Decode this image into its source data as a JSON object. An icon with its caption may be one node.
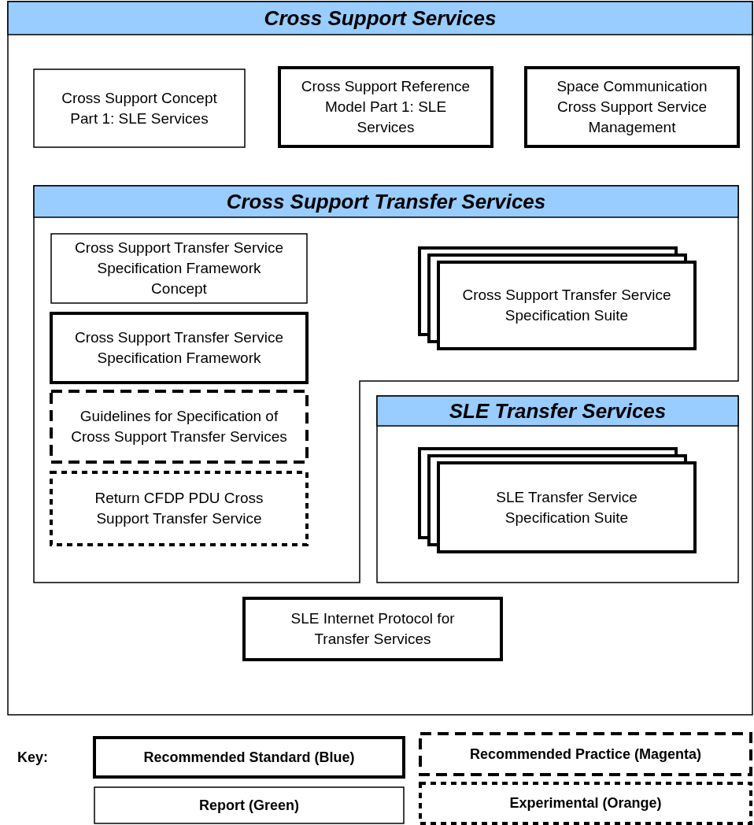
{
  "diagram": {
    "nodes": [
      {
        "text": [
          "Cross Support Services"
        ]
      },
      {
        "text": [
          "Cross Support Concept Part 1: SLE Services"
        ],
        "in": 0
      },
      {
        "text": [
          "Cross Support Reference Model Part 1: SLE Services"
        ],
        "in": 0
      },
      {
        "text": [
          "Space Communication Cross Support Service Management"
        ],
        "in": 0
      },
      {
        "text": [
          "Cross Support Transfer Services"
        ],
        "in": 0
      },
      {
        "text": [
          "Cross Support Transfer Service Specification Framework Concept"
        ],
        "in": 4
      },
      {
        "text": [
          "Cross Support Transfer Service Specification Framework"
        ],
        "in": 4
      },
      {
        "text": [
          "Guidelines for Specification of Cross Support Transfer Services"
        ],
        "in": 4
      },
      {
        "text": [
          "Return CFDP PDU Cross Support Transfer Service"
        ],
        "in": 4
      },
      {
        "text": [
          "Cross Support Transfer Service Specification Suite"
        ],
        "in": 4
      },
      {
        "text": [
          "SLE Transfer Services"
        ],
        "in": 0
      },
      {
        "text": [
          "SLE Transfer Service Specification Suite"
        ],
        "in": 10
      },
      {
        "text": [
          "SLE Internet Protocol for Transfer Services"
        ],
        "in": 0
      }
    ],
    "labels": [
      "Key:"
    ],
    "legend": [
      {
        "text": "Recommended Standard (Blue)"
      },
      {
        "text": "Recommended Practice (Magenta)"
      },
      {
        "text": "Report (Green)"
      },
      {
        "text": "Experimental (Orange)"
      }
    ]
  }
}
